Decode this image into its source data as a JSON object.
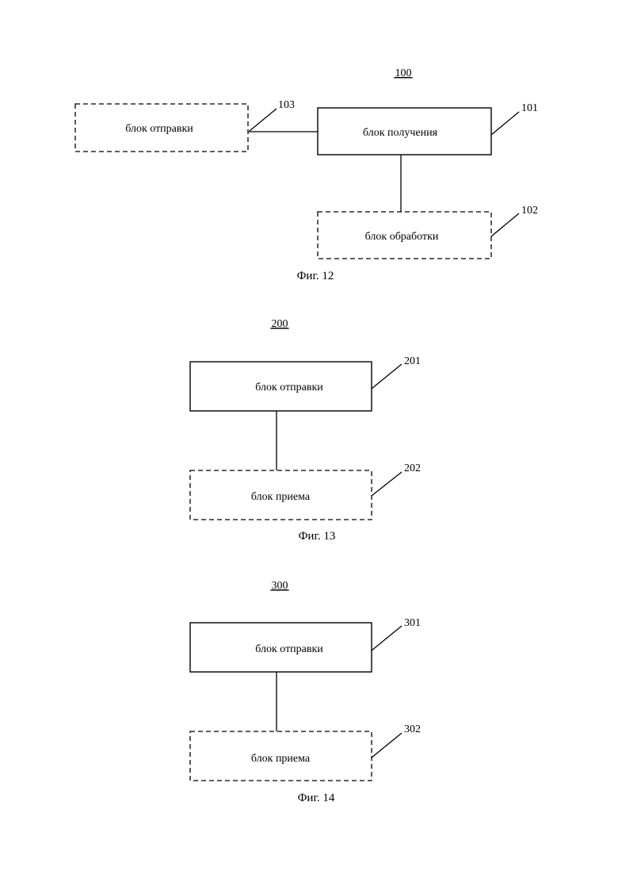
{
  "figures": [
    {
      "number": "100",
      "caption": "Фиг. 12",
      "blocks": {
        "send": {
          "label": "блок отправки",
          "ref": "103"
        },
        "receive": {
          "label": "блок получения",
          "ref": "101"
        },
        "process": {
          "label": "блок обработки",
          "ref": "102"
        }
      }
    },
    {
      "number": "200",
      "caption": "Фиг. 13",
      "blocks": {
        "send": {
          "label": "блок отправки",
          "ref": "201"
        },
        "receive": {
          "label": "блок приема",
          "ref": "202"
        }
      }
    },
    {
      "number": "300",
      "caption": "Фиг. 14",
      "blocks": {
        "send": {
          "label": "блок отправки",
          "ref": "301"
        },
        "receive": {
          "label": "блок приема",
          "ref": "302"
        }
      }
    }
  ]
}
